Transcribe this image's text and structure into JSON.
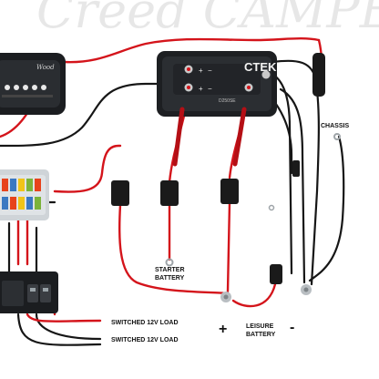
{
  "watermark": "Creed CAMPERS",
  "device": {
    "brand": "CTEK",
    "model": "D250SE",
    "terminal_symbols": [
      "+",
      "−",
      "+",
      "−"
    ]
  },
  "charger": {
    "brand": "Wood"
  },
  "labels": {
    "chassis": "CHASSIS",
    "starter_line1": "STARTER",
    "starter_line2": "BATTERY",
    "leisure_line1": "LEISURE",
    "leisure_line2": "BATTERY",
    "plus": "+",
    "minus": "-",
    "load1": "SWITCHED 12V LOAD",
    "load2": "SWITCHED 12V LOAD"
  },
  "colors": {
    "positive_wire": "#d4141b",
    "negative_wire": "#161616",
    "device_body": "#1d1f22"
  }
}
